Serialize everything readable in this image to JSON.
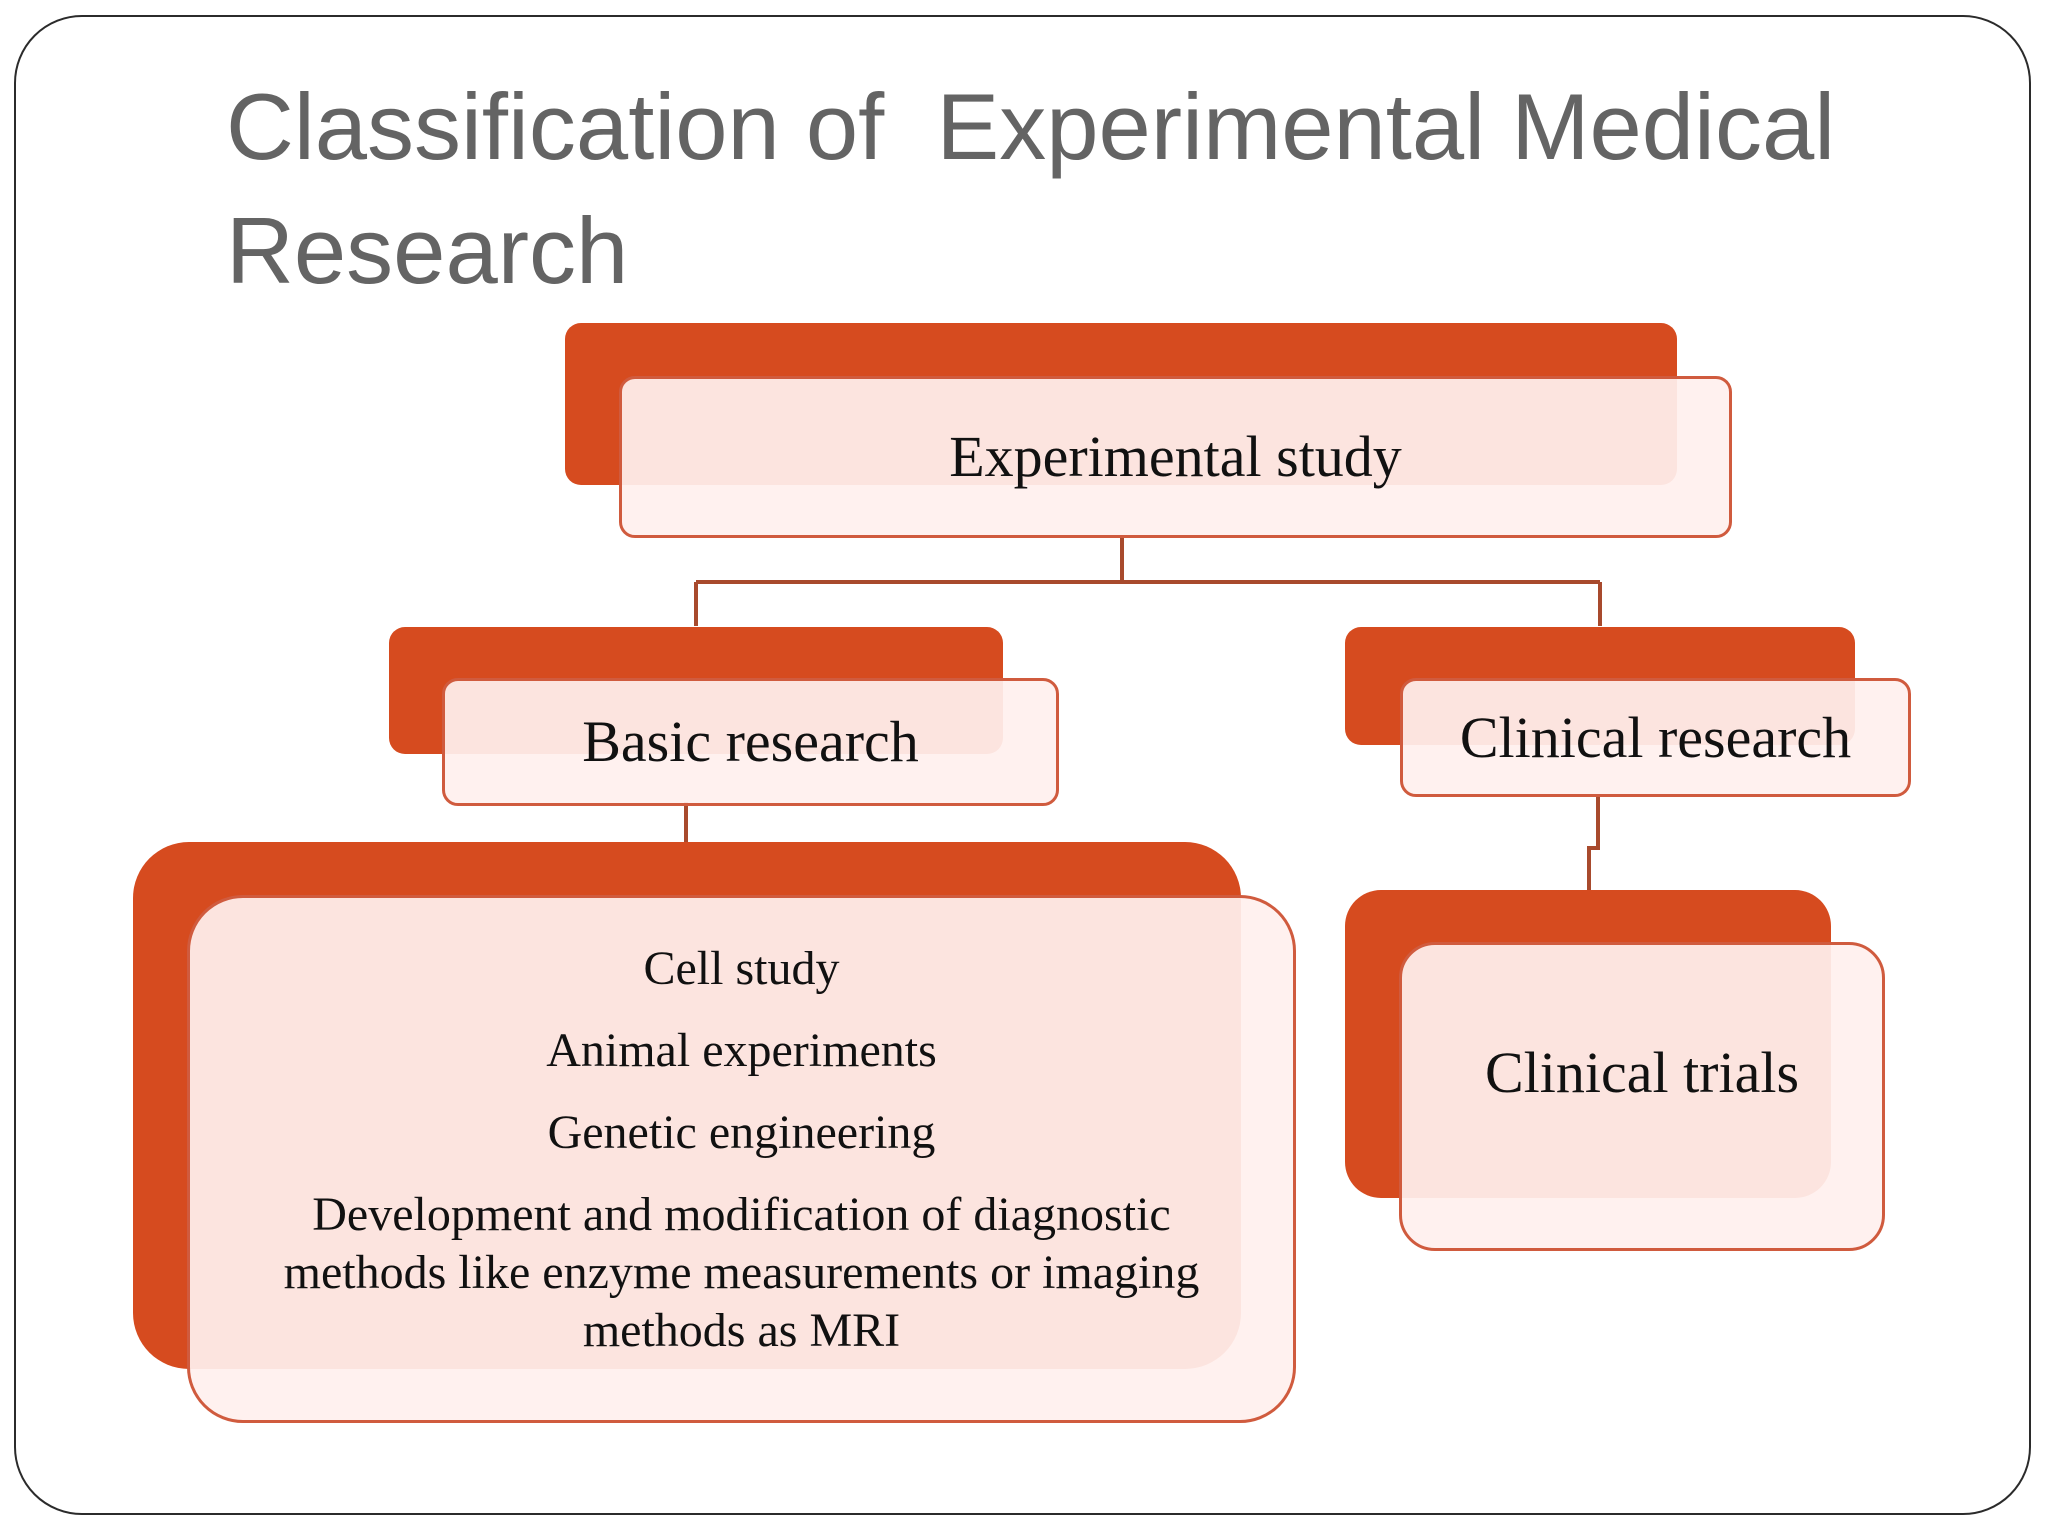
{
  "slide": {
    "title": "Classification of  Experimental Medical Research"
  },
  "diagram": {
    "root": {
      "label": "Experimental study"
    },
    "left_branch": {
      "label": "Basic research",
      "items": [
        "Cell study",
        "Animal experiments",
        "Genetic engineering",
        "Development and modification  of diagnostic methods  like enzyme measurements or imaging methods as MRI"
      ]
    },
    "right_branch": {
      "label": "Clinical research",
      "child": {
        "label": "Clinical trials"
      }
    },
    "colors": {
      "accent": "#d64b1f",
      "border": "#d05b3e",
      "fill": "#fff0ee",
      "connector": "#a84a2d",
      "title": "#646464"
    }
  }
}
